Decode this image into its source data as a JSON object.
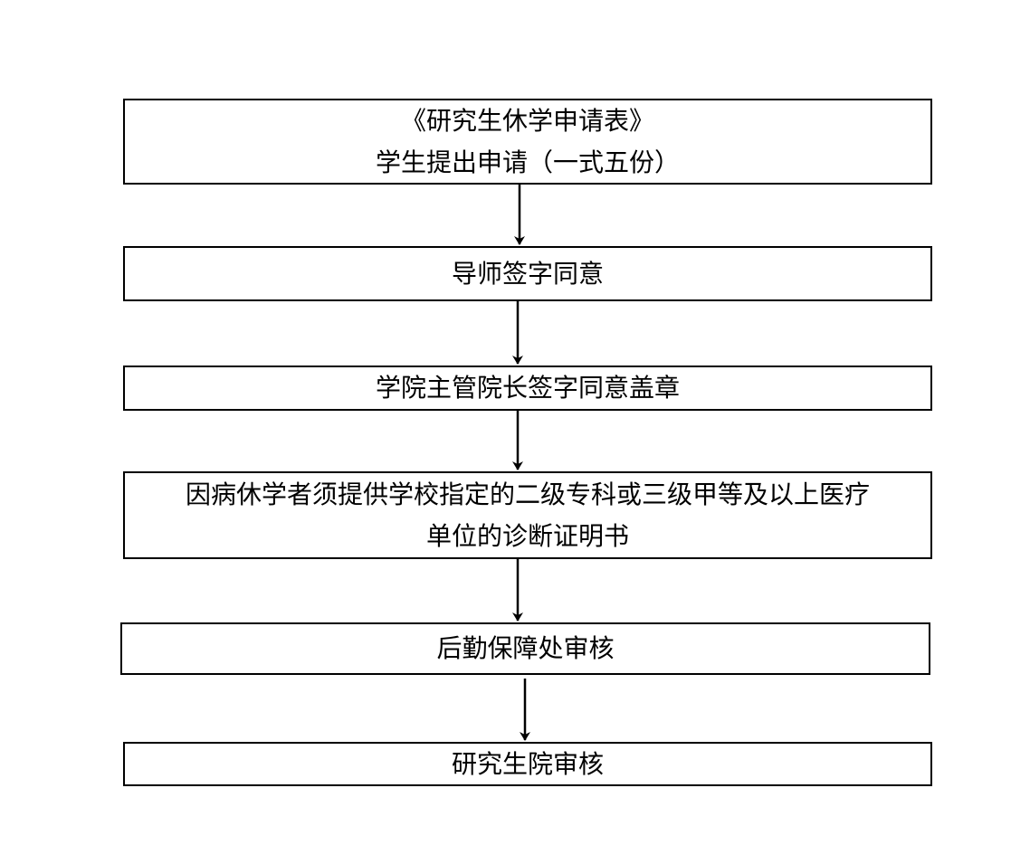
{
  "flowchart": {
    "steps": [
      {
        "lines": [
          "《研究生休学申请表》",
          "学生提出申请（一式五份）"
        ]
      },
      {
        "lines": [
          "导师签字同意"
        ]
      },
      {
        "lines": [
          "学院主管院长签字同意盖章"
        ]
      },
      {
        "lines": [
          "因病休学者须提供学校指定的二级专科或三级甲等及以上医疗",
          "单位的诊断证明书"
        ]
      },
      {
        "lines": [
          "后勤保障处审核"
        ]
      },
      {
        "lines": [
          "研究生院审核"
        ]
      }
    ],
    "colors": {
      "border": "#000000",
      "text": "#000000",
      "background": "#ffffff"
    }
  }
}
